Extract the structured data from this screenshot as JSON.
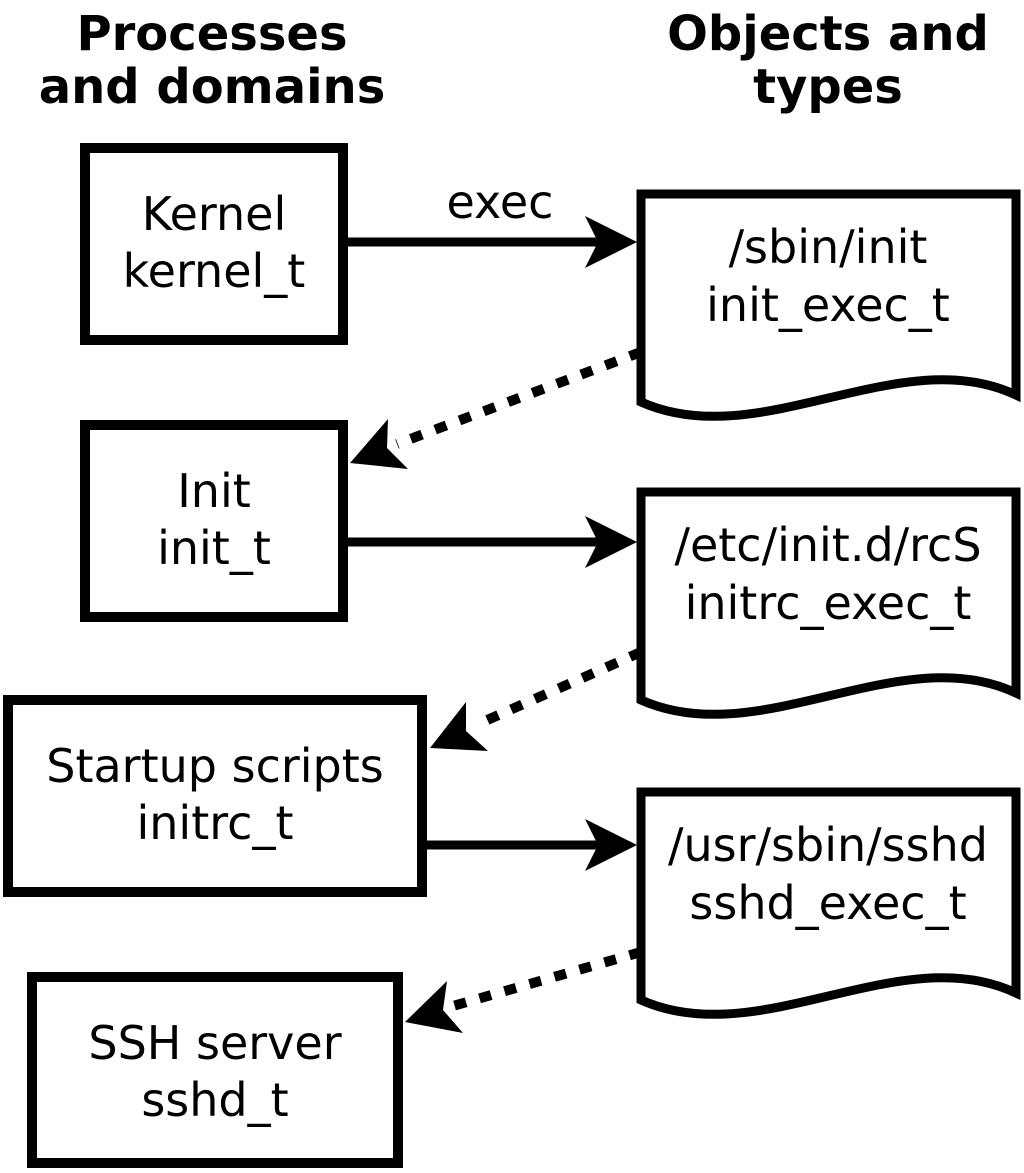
{
  "diagram": {
    "left_column_heading": [
      "Processes",
      "and domains"
    ],
    "right_column_heading": [
      "Objects and",
      "types"
    ],
    "exec_label": "exec"
  },
  "processes": [
    {
      "name": "Kernel",
      "type": "kernel_t"
    },
    {
      "name": "Init",
      "type": "init_t"
    },
    {
      "name": "Startup scripts",
      "type": "initrc_t"
    },
    {
      "name": "SSH server",
      "type": "sshd_t"
    }
  ],
  "objects": [
    {
      "path": "/sbin/init",
      "type": "init_exec_t"
    },
    {
      "path": "/etc/init.d/rcS",
      "type": "initrc_exec_t"
    },
    {
      "path": "/usr/sbin/sshd",
      "type": "sshd_exec_t"
    }
  ],
  "colors": {
    "ink": "#000000",
    "background": "#ffffff"
  }
}
